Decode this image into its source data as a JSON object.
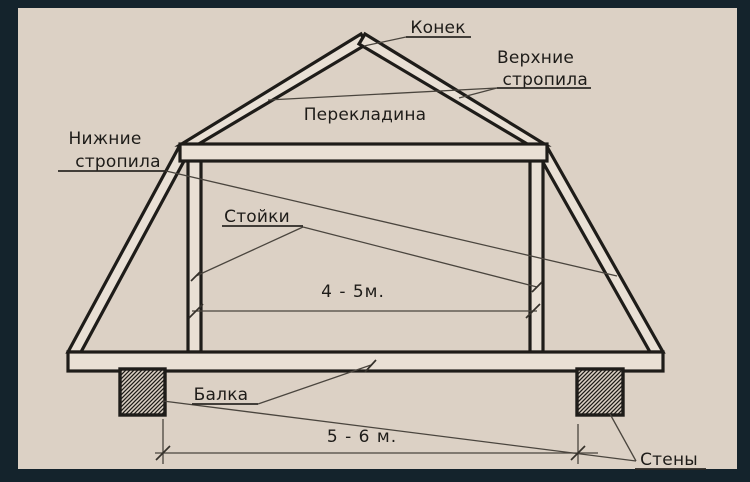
{
  "diagram_type": "mansard-roof-truss-scheme",
  "colors": {
    "frame": "#14232c",
    "canvas": "#dcd1c5",
    "wood_fill": "#e9e0d5",
    "ink": "#1e1c19"
  },
  "labels": {
    "ridge": "Конек",
    "upper_rafters": [
      "Верхние",
      "стропила"
    ],
    "crossbar": "Перекладина",
    "lower_rafters": [
      "Нижние",
      "стропила"
    ],
    "posts": "Стойки",
    "beam": "Балка",
    "walls": "Стены"
  },
  "dimensions": {
    "room_width": "4 - 5м.",
    "span_width": "5 - 6 м."
  }
}
